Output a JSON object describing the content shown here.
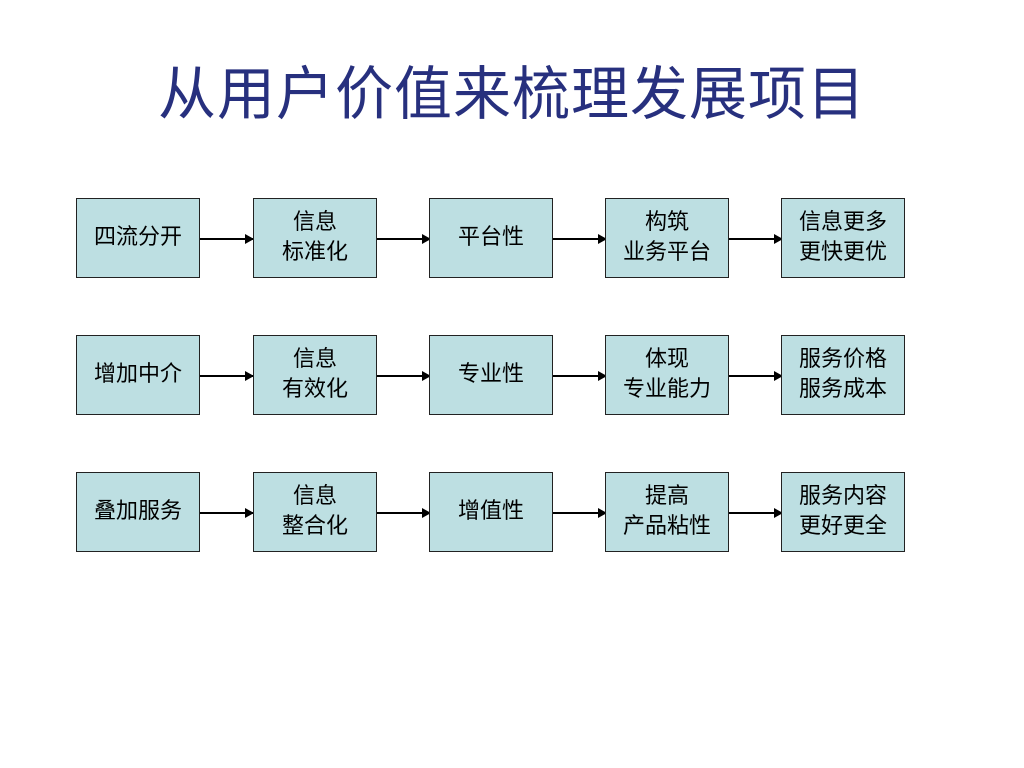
{
  "title": "从用户价值来梳理发展项目",
  "rows": [
    {
      "boxes": [
        {
          "label": "四流分开"
        },
        {
          "label": "信息\n标准化"
        },
        {
          "label": "平台性"
        },
        {
          "label": "构筑\n业务平台"
        },
        {
          "label": "信息更多\n更快更优"
        }
      ]
    },
    {
      "boxes": [
        {
          "label": "增加中介"
        },
        {
          "label": "信息\n有效化"
        },
        {
          "label": "专业性"
        },
        {
          "label": "体现\n专业能力"
        },
        {
          "label": "服务价格\n服务成本"
        }
      ]
    },
    {
      "boxes": [
        {
          "label": "叠加服务"
        },
        {
          "label": "信息\n整合化"
        },
        {
          "label": "增值性"
        },
        {
          "label": "提高\n产品粘性"
        },
        {
          "label": "服务内容\n更好更全"
        }
      ]
    }
  ],
  "colors": {
    "title": "#27307e",
    "box_fill": "#bddfe2",
    "box_border": "#222222",
    "arrow": "#000000"
  }
}
